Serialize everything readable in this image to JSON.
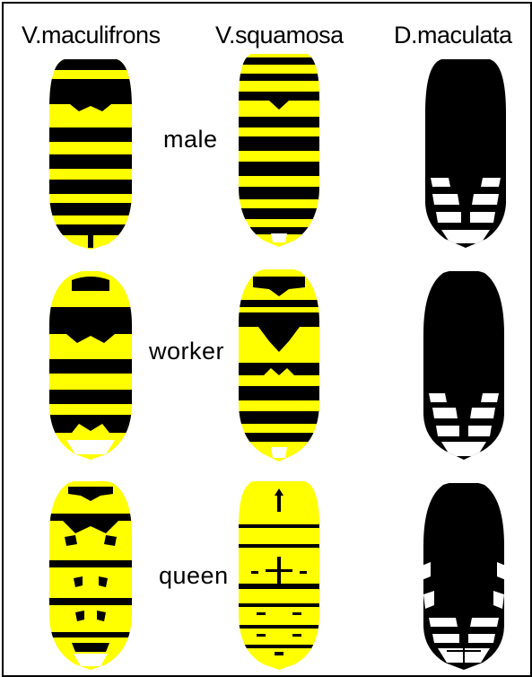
{
  "species": [
    "V.maculifrons",
    "V.squamosa",
    "D.maculata"
  ],
  "castes": [
    "male",
    "worker",
    "queen"
  ],
  "colors": {
    "yellow": "#ffff00",
    "black": "#000000",
    "white": "#ffffff",
    "border": "#000000"
  }
}
